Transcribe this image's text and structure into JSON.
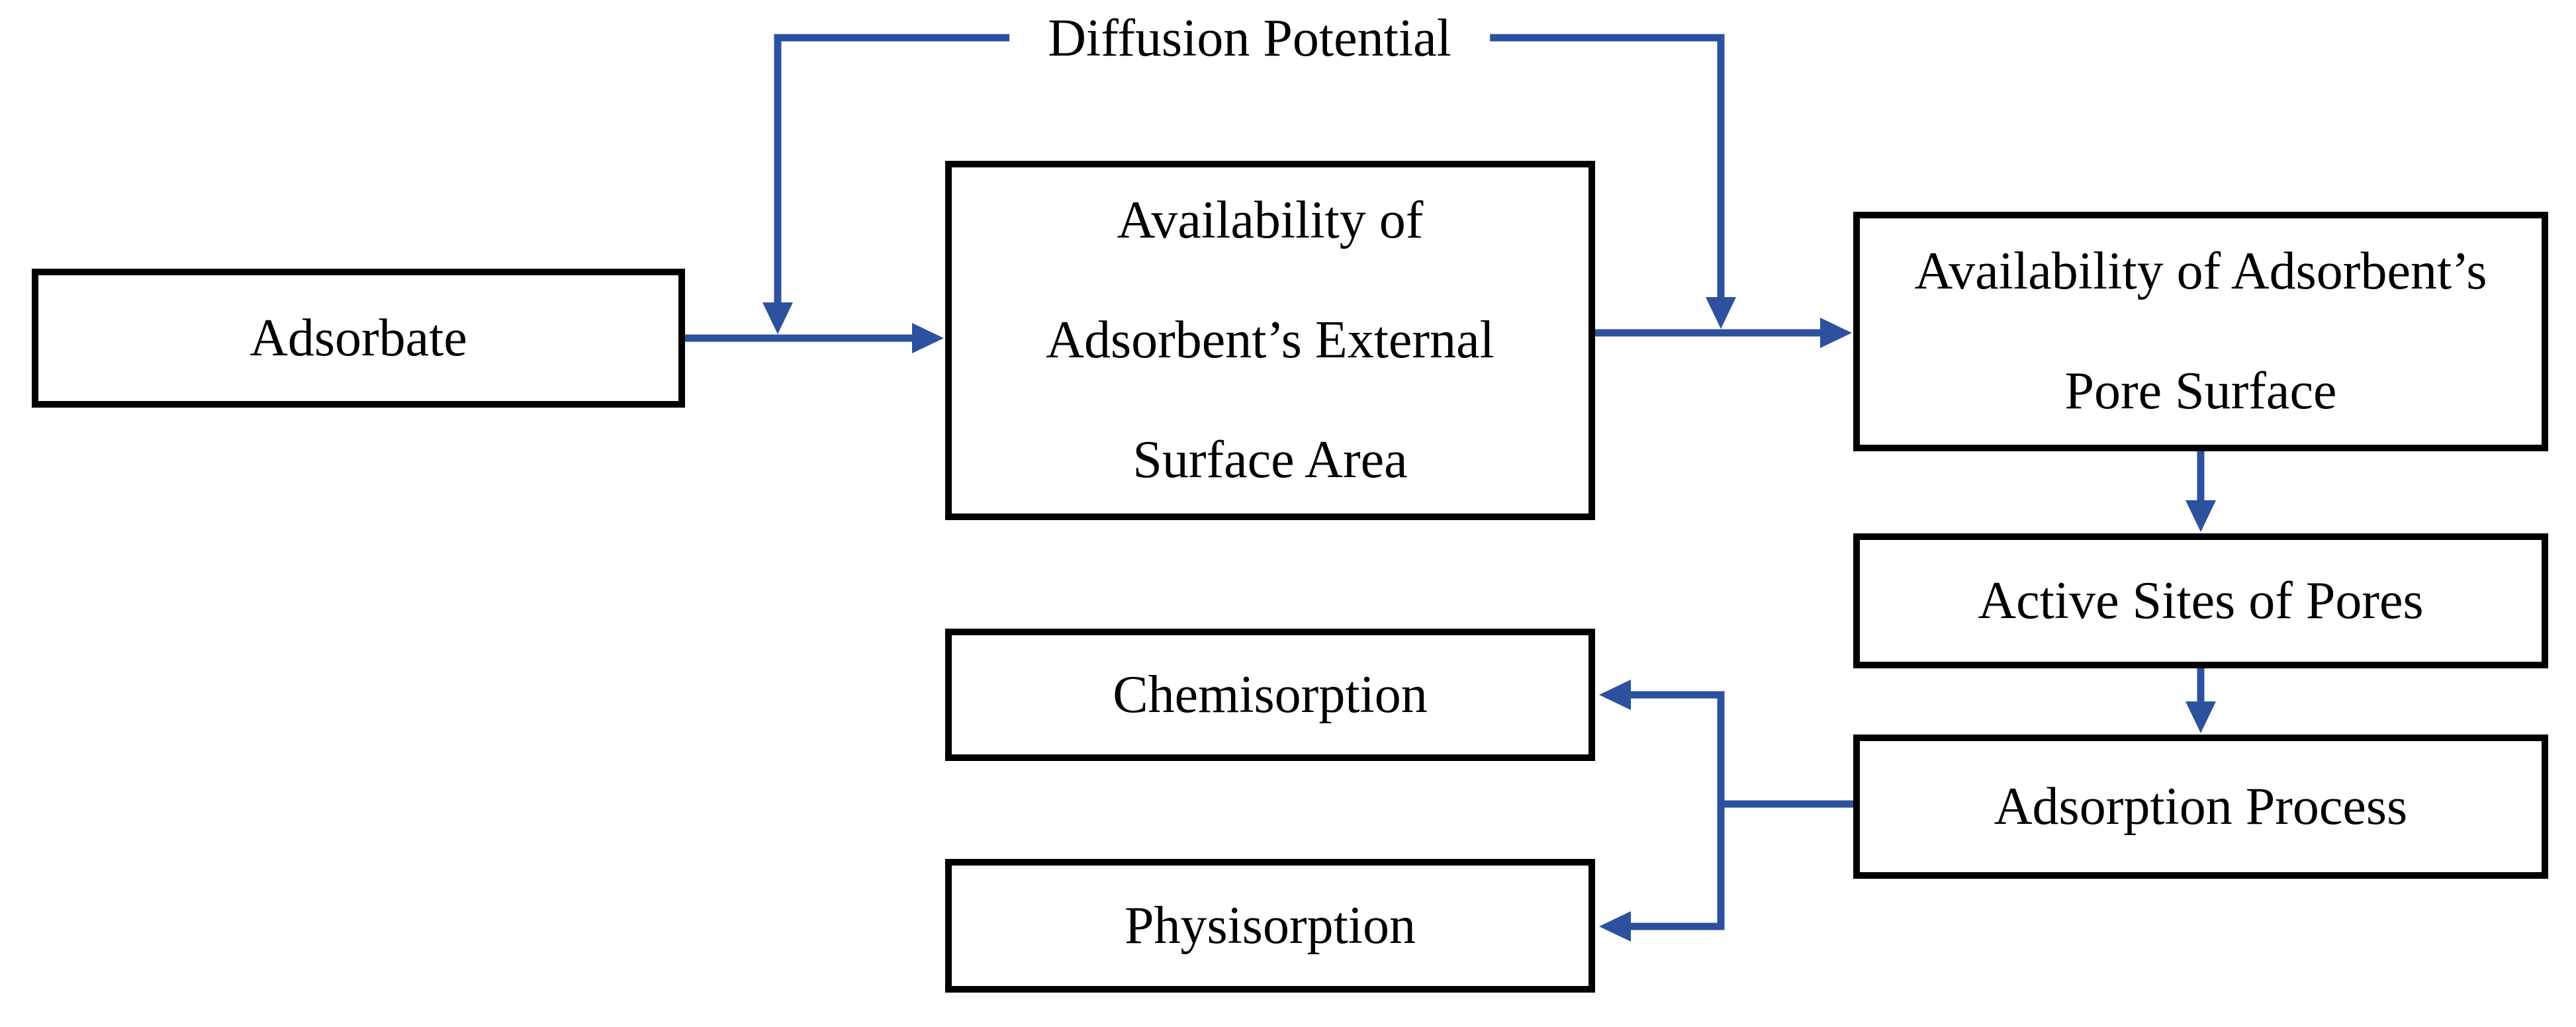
{
  "diagram": {
    "floating_label": "Diffusion Potential",
    "nodes": [
      {
        "id": "adsorbate",
        "label": "Adsorbate"
      },
      {
        "id": "external-surface",
        "label": "Availability of\nAdsorbent’s External\nSurface Area"
      },
      {
        "id": "pore-surface",
        "label": "Availability of Adsorbent’s\nPore Surface"
      },
      {
        "id": "active-sites",
        "label": "Active Sites of Pores"
      },
      {
        "id": "adsorption-process",
        "label": "Adsorption Process"
      },
      {
        "id": "chemisorption",
        "label": "Chemisorption"
      },
      {
        "id": "physisorption",
        "label": "Physisorption"
      }
    ],
    "edges": [
      {
        "id": "adsorbate-to-external",
        "from": "adsorbate",
        "to": "external-surface",
        "style": "arrow"
      },
      {
        "id": "external-to-pore",
        "from": "external-surface",
        "to": "pore-surface",
        "style": "arrow"
      },
      {
        "id": "diffusion-drop-left",
        "from": "diffusion-potential",
        "to": "adsorbate-to-external",
        "style": "arrow"
      },
      {
        "id": "diffusion-drop-right",
        "from": "diffusion-potential",
        "to": "external-to-pore",
        "style": "arrow"
      },
      {
        "id": "pore-to-active-sites",
        "from": "pore-surface",
        "to": "active-sites",
        "style": "arrow"
      },
      {
        "id": "active-sites-to-adsorption",
        "from": "active-sites",
        "to": "adsorption-process",
        "style": "arrow"
      },
      {
        "id": "adsorption-to-chemisorption",
        "from": "adsorption-process",
        "to": "chemisorption",
        "style": "arrow"
      },
      {
        "id": "adsorption-to-physisorption",
        "from": "adsorption-process",
        "to": "physisorption",
        "style": "arrow"
      }
    ],
    "colors": {
      "connector": "#2d519e",
      "border": "#000000",
      "fill": "#ffffff",
      "text": "#000000"
    }
  }
}
